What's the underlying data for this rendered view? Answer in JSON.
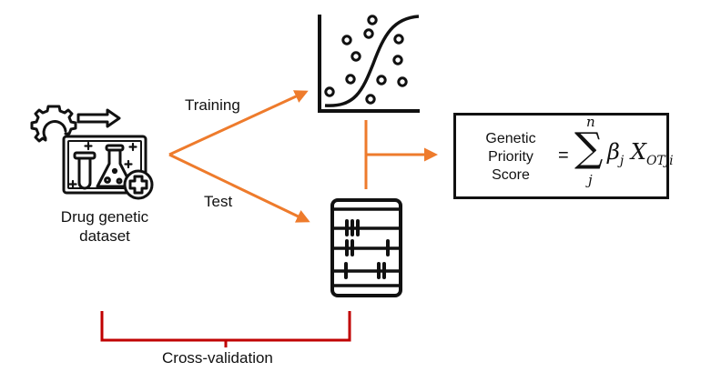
{
  "diagram": {
    "dataset": {
      "icon": "lab-dataset-icon",
      "label_line1": "Drug genetic",
      "label_line2": "dataset"
    },
    "branches": {
      "training_label": "Training",
      "test_label": "Test"
    },
    "training_icon": "scatter-sigmoid-icon",
    "test_icon": "abacus-icon",
    "formula": {
      "lhs_line1": "Genetic",
      "lhs_line2": "Priority",
      "lhs_line3": "Score",
      "equals": "=",
      "sum_symbol": "∑",
      "upper_limit": "n",
      "lower_index": "j",
      "beta": "β",
      "beta_sub": "j",
      "x": "X",
      "x_sub": "OTji"
    },
    "cross_validation_label": "Cross-validation",
    "colors": {
      "arrow": "#ee7b2c",
      "bracket": "#c00000",
      "icon": "#111111"
    }
  }
}
